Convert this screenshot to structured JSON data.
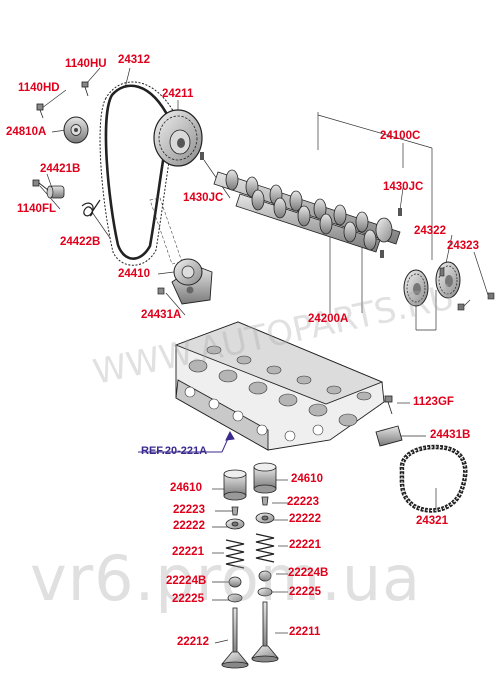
{
  "diagram": {
    "watermark_top": "WWW.AUTOPARTS.RU",
    "watermark_bottom": "vr6.prom.ua",
    "reference_label": "REF.20-221A",
    "part_labels": [
      {
        "id": "p1140hu",
        "text": "1140HU"
      },
      {
        "id": "p24312",
        "text": "24312"
      },
      {
        "id": "p1140hd",
        "text": "1140HD"
      },
      {
        "id": "p24211",
        "text": "24211"
      },
      {
        "id": "p24810a",
        "text": "24810A"
      },
      {
        "id": "p24100c",
        "text": "24100C"
      },
      {
        "id": "p24421b",
        "text": "24421B"
      },
      {
        "id": "p1430jc_r",
        "text": "1430JC"
      },
      {
        "id": "p1430jc_l",
        "text": "1430JC"
      },
      {
        "id": "p1140fl",
        "text": "1140FL"
      },
      {
        "id": "p24322",
        "text": "24322"
      },
      {
        "id": "p24323",
        "text": "24323"
      },
      {
        "id": "p24422b",
        "text": "24422B"
      },
      {
        "id": "p24410",
        "text": "24410"
      },
      {
        "id": "p24431a",
        "text": "24431A"
      },
      {
        "id": "p24200a",
        "text": "24200A"
      },
      {
        "id": "p1123gf",
        "text": "1123GF"
      },
      {
        "id": "p24431b",
        "text": "24431B"
      },
      {
        "id": "p24610_l",
        "text": "24610"
      },
      {
        "id": "p24610_r",
        "text": "24610"
      },
      {
        "id": "p22223_l",
        "text": "22223"
      },
      {
        "id": "p22223_r",
        "text": "22223"
      },
      {
        "id": "p24321",
        "text": "24321"
      },
      {
        "id": "p22222_l",
        "text": "22222"
      },
      {
        "id": "p22222_r",
        "text": "22222"
      },
      {
        "id": "p22221_l",
        "text": "22221"
      },
      {
        "id": "p22221_r",
        "text": "22221"
      },
      {
        "id": "p22224b_l",
        "text": "22224B"
      },
      {
        "id": "p22224b_r",
        "text": "22224B"
      },
      {
        "id": "p22225_l",
        "text": "22225"
      },
      {
        "id": "p22225_r",
        "text": "22225"
      },
      {
        "id": "p22212",
        "text": "22212"
      },
      {
        "id": "p22211",
        "text": "22211"
      }
    ]
  },
  "colors": {
    "label": "#e0001b",
    "reference": "#3b2a8e",
    "line_art": "#1a1a1a",
    "shading": "#9a9a9a"
  }
}
